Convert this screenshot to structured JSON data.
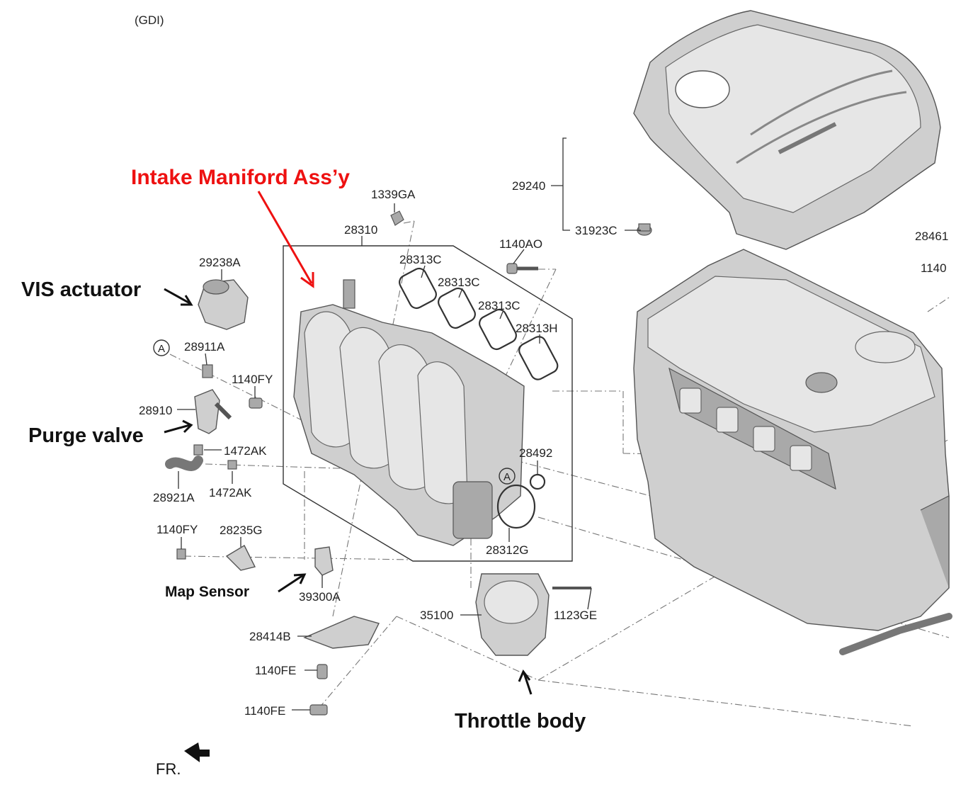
{
  "header": {
    "variant": "(GDI)"
  },
  "annotations": {
    "intake_manifold": "Intake Maniford Ass’y",
    "vis_actuator": "VIS actuator",
    "purge_valve": "Purge valve",
    "map_sensor": "Map Sensor",
    "throttle_body": "Throttle body"
  },
  "parts": {
    "p29240": "29240",
    "p31923C": "31923C",
    "p28461": "28461",
    "p1140": "1140",
    "p1339GA": "1339GA",
    "p28310": "28310",
    "p28313C_a": "28313C",
    "p28313C_b": "28313C",
    "p28313C_c": "28313C",
    "p28313H": "28313H",
    "p1140AO": "1140AO",
    "p29238A": "29238A",
    "p28911A": "28911A",
    "p1140FY_a": "1140FY",
    "p28910": "28910",
    "p1472AK_a": "1472AK",
    "p1472AK_b": "1472AK",
    "p28921A": "28921A",
    "p28492": "28492",
    "p28312G": "28312G",
    "p1140FY_b": "1140FY",
    "p28235G": "28235G",
    "p39300A": "39300A",
    "p35100": "35100",
    "p1123GE": "1123GE",
    "p28414B": "28414B",
    "p1140FE_a": "1140FE",
    "p1140FE_b": "1140FE"
  },
  "markers": {
    "circle_a1": "A",
    "circle_a2": "A"
  },
  "footer": {
    "front": "FR."
  },
  "colors": {
    "annotation_red": "#ee1111",
    "annotation_black": "#111111"
  }
}
